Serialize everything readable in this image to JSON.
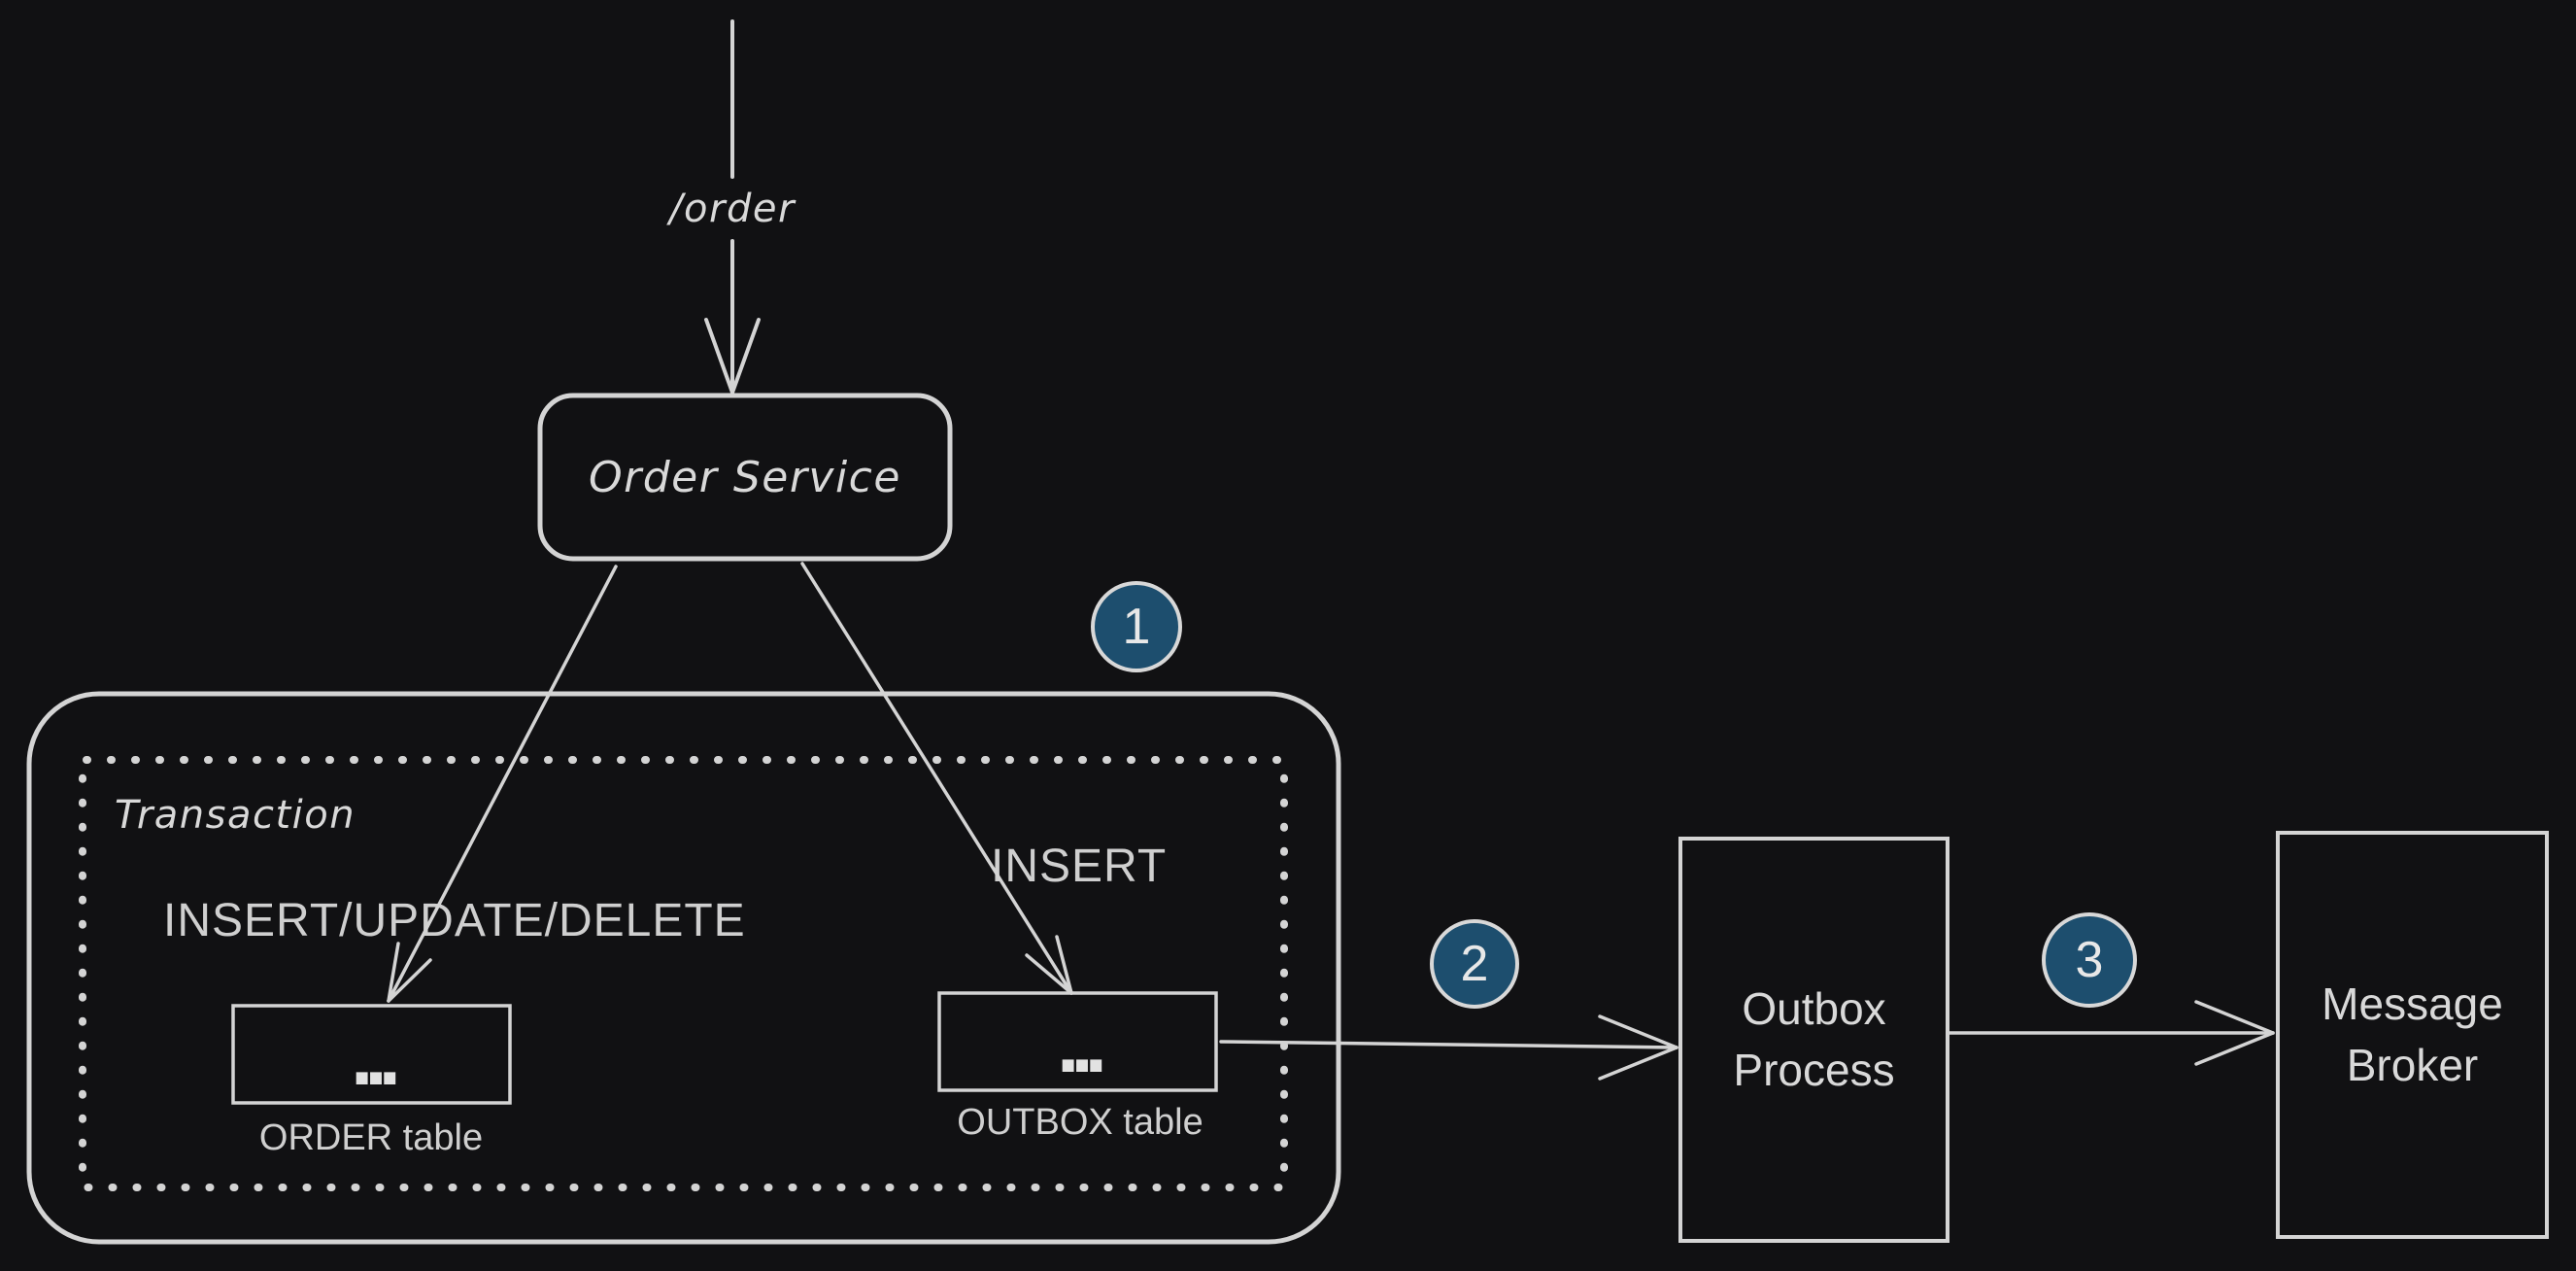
{
  "canvas": {
    "background": "#111113"
  },
  "colors": {
    "canvas_bg": "#111113",
    "stroke": "#d4d4d4",
    "text": "#d9d9d9",
    "muted_text": "#cfcfcf",
    "badge_fill": "#1d4e6e",
    "badge_border": "#d8d8d8",
    "badge_text": "#e8e8e8"
  },
  "nodes": {
    "order_service": {
      "label": "Order Service"
    },
    "transaction": {
      "label": "Transaction"
    },
    "order_table": {
      "dots": "...",
      "label": "ORDER table"
    },
    "outbox_table": {
      "dots": "...",
      "label": "OUTBOX table"
    },
    "outbox_process": {
      "label": "Outbox Process"
    },
    "message_broker": {
      "label": "Message Broker"
    }
  },
  "edges": {
    "incoming_request": {
      "label": "/order"
    },
    "order_write": {
      "label": "INSERT/UPDATE/DELETE"
    },
    "outbox_write": {
      "label": "INSERT"
    }
  },
  "badges": {
    "step1": "1",
    "step2": "2",
    "step3": "3"
  }
}
